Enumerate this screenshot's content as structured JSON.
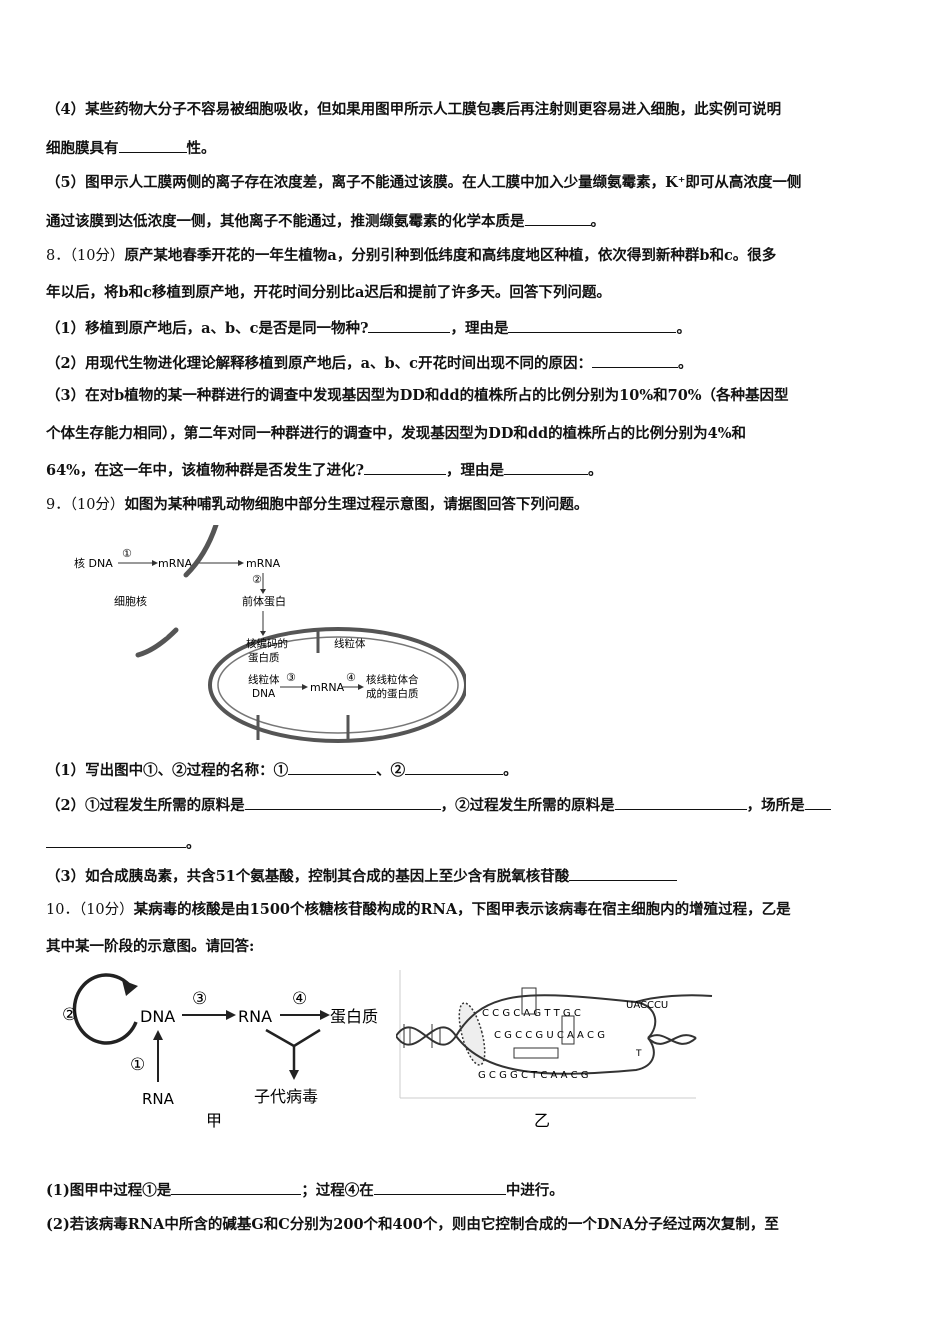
{
  "lines": [
    {
      "id": "q7_4a",
      "text": "（4）某些药物大分子不容易被细胞吸收，但如果用图甲所示人工膜包裹后再注射则更容易进入细胞，此实例可说明"
    },
    {
      "id": "q7_4b",
      "pre": "细胞膜具有",
      "post": "性。"
    },
    {
      "id": "q7_5a",
      "text": "（5）图甲示人工膜两侧的离子存在浓度差，离子不能通过该膜。在人工膜中加入少量缬氨霉素，K⁺即可从高浓度一侧"
    },
    {
      "id": "q7_5b",
      "pre": "通过该膜到达低浓度一侧，其他离子不能通过，推测缬氨霉素的化学本质是",
      "post": "。"
    },
    {
      "id": "q8_a",
      "num": "8．（10分）",
      "text": "原产某地春季开花的一年生植物a，分别引种到低纬度和高纬度地区种植，依次得到新种群b和c。很多"
    },
    {
      "id": "q8_b",
      "text": "年以后，将b和c移植到原产地，开花时间分别比a迟后和提前了许多天。回答下列问题。"
    },
    {
      "id": "q8_1",
      "pre": "（1）移植到原产地后，a、b、c是否是同一物种?",
      "mid": "，理由是",
      "post": "。"
    },
    {
      "id": "q8_2",
      "pre": "（2）用现代生物进化理论解释移植到原产地后，a、b、c开花时间出现不同的原因：",
      "post": "。"
    },
    {
      "id": "q8_3a",
      "text": "（3）在对b植物的某一种群进行的调查中发现基因型为DD和dd的植株所占的比例分别为10%和70%（各种基因型"
    },
    {
      "id": "q8_3b",
      "text": "个体生存能力相同），第二年对同一种群进行的调查中，发现基因型为DD和dd的植株所占的比例分别为4%和"
    },
    {
      "id": "q8_3c",
      "pre": "64%，在这一年中，该植物种群是否发生了进化?",
      "mid": "，理由是",
      "post": "。"
    },
    {
      "id": "q9",
      "num": "9．（10分）",
      "text": "如图为某种哺乳动物细胞中部分生理过程示意图，请据图回答下列问题。"
    },
    {
      "id": "q9_1",
      "pre": "（1）写出图中①、②过程的名称：①",
      "mid": "、②",
      "post": "。"
    },
    {
      "id": "q9_2",
      "pre": "（2）①过程发生所需的原料是",
      "mid": "，②过程发生所需的原料是",
      "post": "，场所是"
    },
    {
      "id": "q9_2b",
      "post": "。"
    },
    {
      "id": "q9_3",
      "pre": "（3）如合成胰岛素，共含51个氨基酸，控制其合成的基因上至少含有脱氧核苷酸"
    },
    {
      "id": "q10a",
      "num": "10．（10分）",
      "text": "某病毒的核酸是由1500个核糖核苷酸构成的RNA，下图甲表示该病毒在宿主细胞内的增殖过程，乙是"
    },
    {
      "id": "q10b",
      "text": "其中某一阶段的示意图。请回答:"
    },
    {
      "id": "q10_1",
      "pre": "(1)图甲中过程①是",
      "mid": "；过程④在",
      "post": "中进行。"
    },
    {
      "id": "q10_2",
      "text": "(2)若该病毒RNA中所含的碱基G和C分别为200个和400个，则由它控制合成的一个DNA分子经过两次复制，至"
    }
  ],
  "fig9": {
    "nuclear_dna": "核 DNA",
    "mrna": "mRNA",
    "mrna2": "mRNA",
    "step1": "①",
    "step2": "②",
    "nucleus": "细胞核",
    "precursor": "前体蛋白",
    "nuclear_protein_1": "核编码的",
    "nuclear_protein_2": "蛋白质",
    "mito": "线粒体",
    "mito_dna_1": "线粒体",
    "mito_dna_2": "DNA",
    "step3": "③",
    "mrna3": "mRNA",
    "step4": "④",
    "mito_protein_1": "核线粒体合",
    "mito_protein_2": "成的蛋白质"
  },
  "fig10a": {
    "step2": "②",
    "dna": "DNA",
    "step3": "③",
    "rna": "RNA",
    "step4": "④",
    "protein": "蛋白质",
    "step1": "①",
    "rna2": "RNA",
    "progeny": "子代病毒",
    "label": "甲"
  },
  "fig10b": {
    "top_seq": "C C G C A G T T G C",
    "mid_seq": "C G C C G U C A A C G",
    "bot_seq": "G C G G C T C A A C G",
    "tail": "UACCCU",
    "t_mark": "T",
    "label": "乙"
  }
}
